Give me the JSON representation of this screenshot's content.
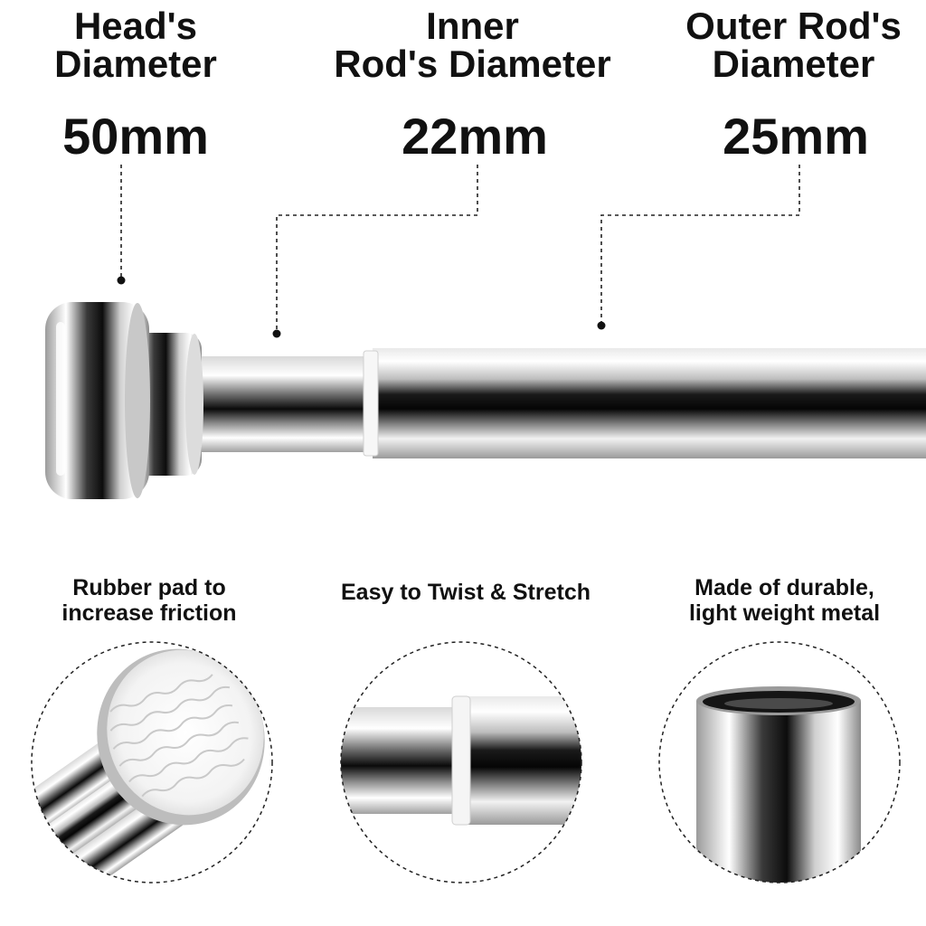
{
  "callouts": [
    {
      "line1": "Head's",
      "line2": "Diameter",
      "size": "50mm"
    },
    {
      "line1": "Inner",
      "line2": "Rod's Diameter",
      "size": "22mm"
    },
    {
      "line1": "Outer Rod's",
      "line2": "Diameter",
      "size": "25mm"
    }
  ],
  "features": [
    {
      "line1": "Rubber pad to",
      "line2": "increase friction"
    },
    {
      "line1": "Easy to Twist & Stretch",
      "line2": ""
    },
    {
      "line1": "Made of durable,",
      "line2": "light weight metal"
    }
  ],
  "colors": {
    "text": "#111111",
    "chrome_dark": "#0b0b0b",
    "chrome_light": "#f4f4f4",
    "pad": "#f2f2f2"
  }
}
